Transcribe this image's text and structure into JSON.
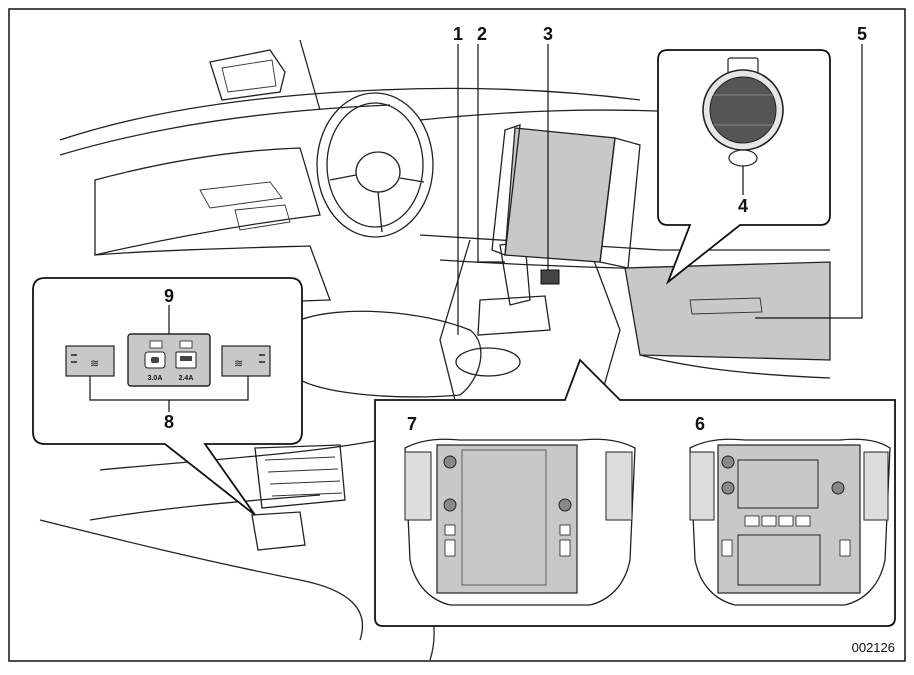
{
  "callouts": {
    "c1": "1",
    "c2": "2",
    "c3": "3",
    "c4": "4",
    "c5": "5",
    "c6": "6",
    "c7": "7",
    "c8": "8",
    "c9": "9"
  },
  "usb_panel": {
    "type_c_rating": "3.0A",
    "type_a_rating": "2.4A"
  },
  "figure_id": "002126",
  "colors": {
    "shade": "#c8c8c8",
    "line": "#222222",
    "background": "#ffffff"
  }
}
